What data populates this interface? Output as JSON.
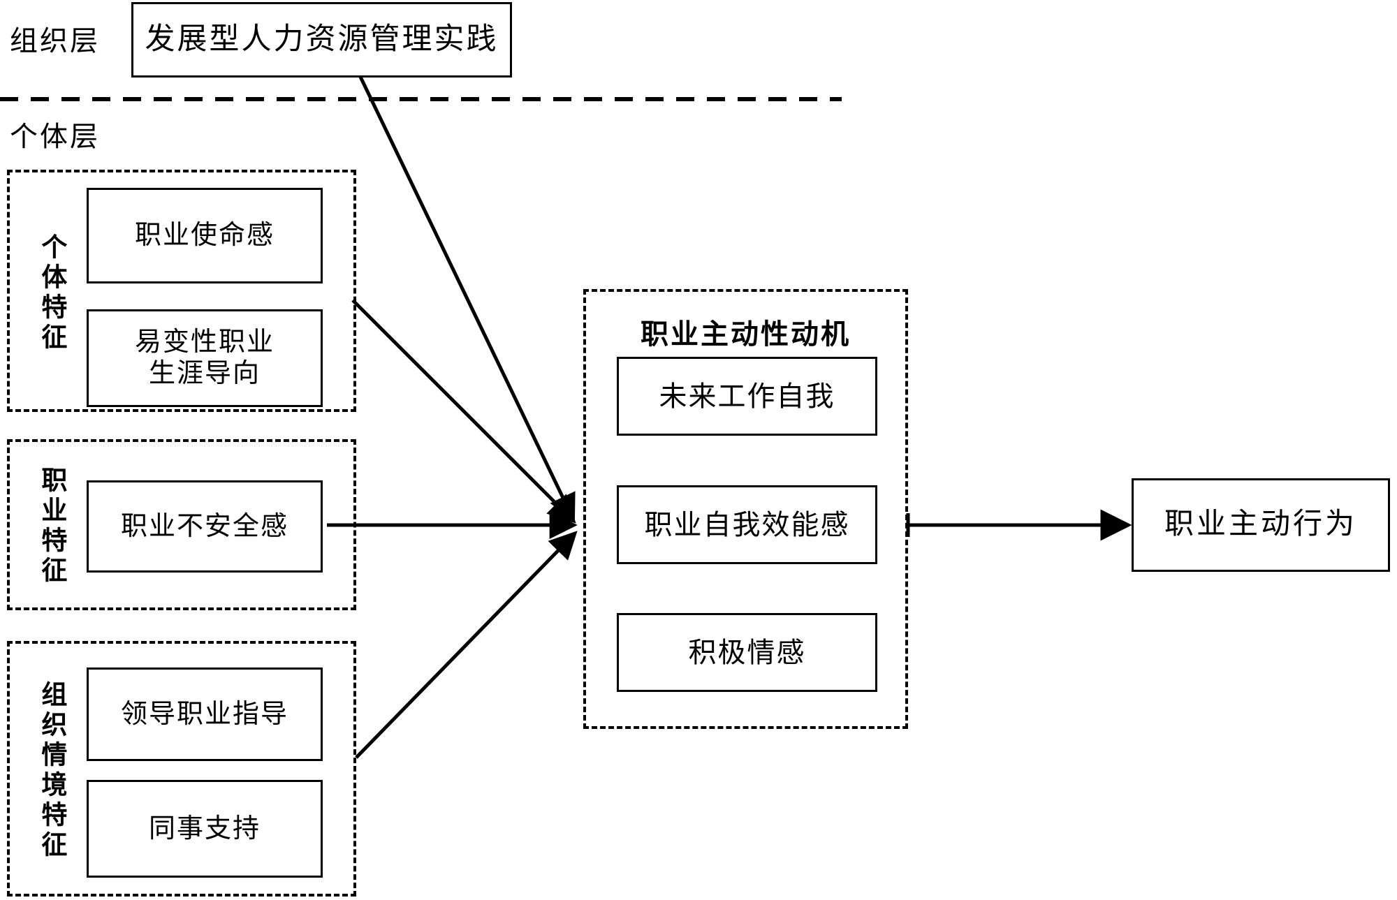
{
  "diagram": {
    "layers": {
      "organization": "组织层",
      "individual": "个体层"
    },
    "org_practice_box": "发展型人力资源管理实践",
    "antecedent_groups": [
      {
        "label": "个体特征",
        "items": [
          "职业使命感",
          "易变性职业\n生涯导向"
        ]
      },
      {
        "label": "职业特征",
        "items": [
          "职业不安全感"
        ]
      },
      {
        "label": "组织情境特征",
        "items": [
          "领导职业指导",
          "同事支持"
        ]
      }
    ],
    "mediator": {
      "title": "职业主动性动机",
      "items": [
        "未来工作自我",
        "职业自我效能感",
        "积极情感"
      ]
    },
    "outcome": "职业主动行为",
    "colors": {
      "stroke": "#000000",
      "background": "#ffffff"
    }
  }
}
